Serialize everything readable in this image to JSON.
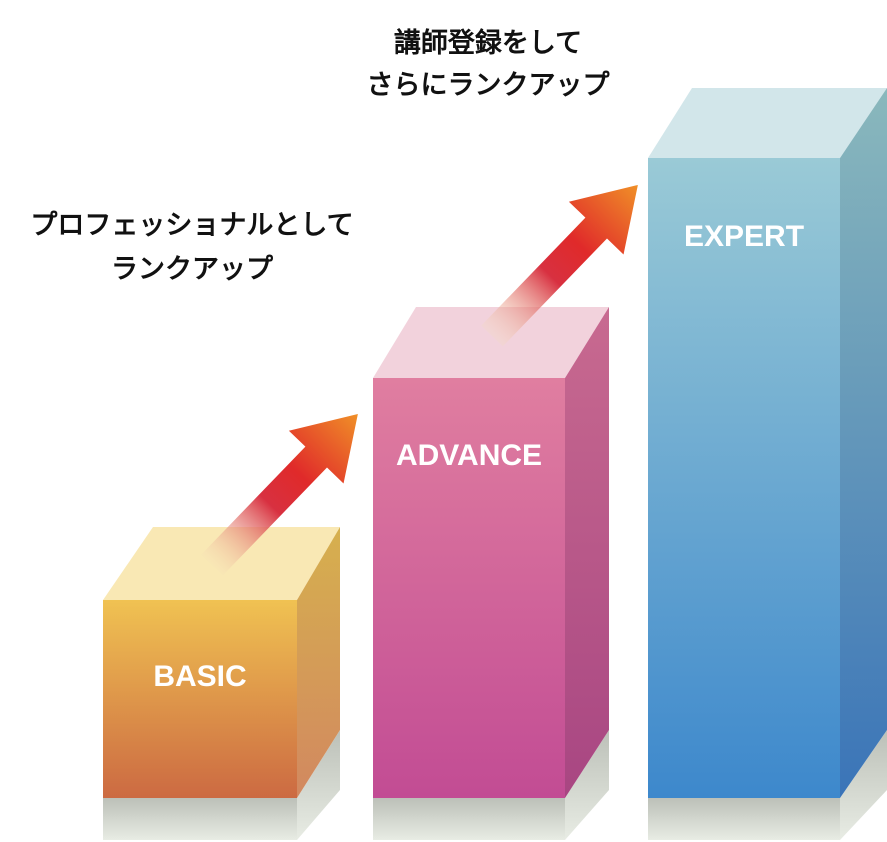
{
  "headline_top": {
    "line1": "講師登録をして",
    "line2": "さらにランクアップ"
  },
  "headline_left": {
    "line1": "プロフェッショナルとして",
    "line2": "ランクアップ"
  },
  "steps": [
    {
      "label": "BASIC",
      "level": 1
    },
    {
      "label": "ADVANCE",
      "level": 2
    },
    {
      "label": "EXPERT",
      "level": 3
    }
  ],
  "colors": {
    "basic": [
      "#f0c050",
      "#cc6a42"
    ],
    "advance": [
      "#e07ea0",
      "#c24c94"
    ],
    "expert": [
      "#9acad6",
      "#3d88cc"
    ],
    "arrow": [
      "#e02030",
      "#f09028"
    ]
  }
}
